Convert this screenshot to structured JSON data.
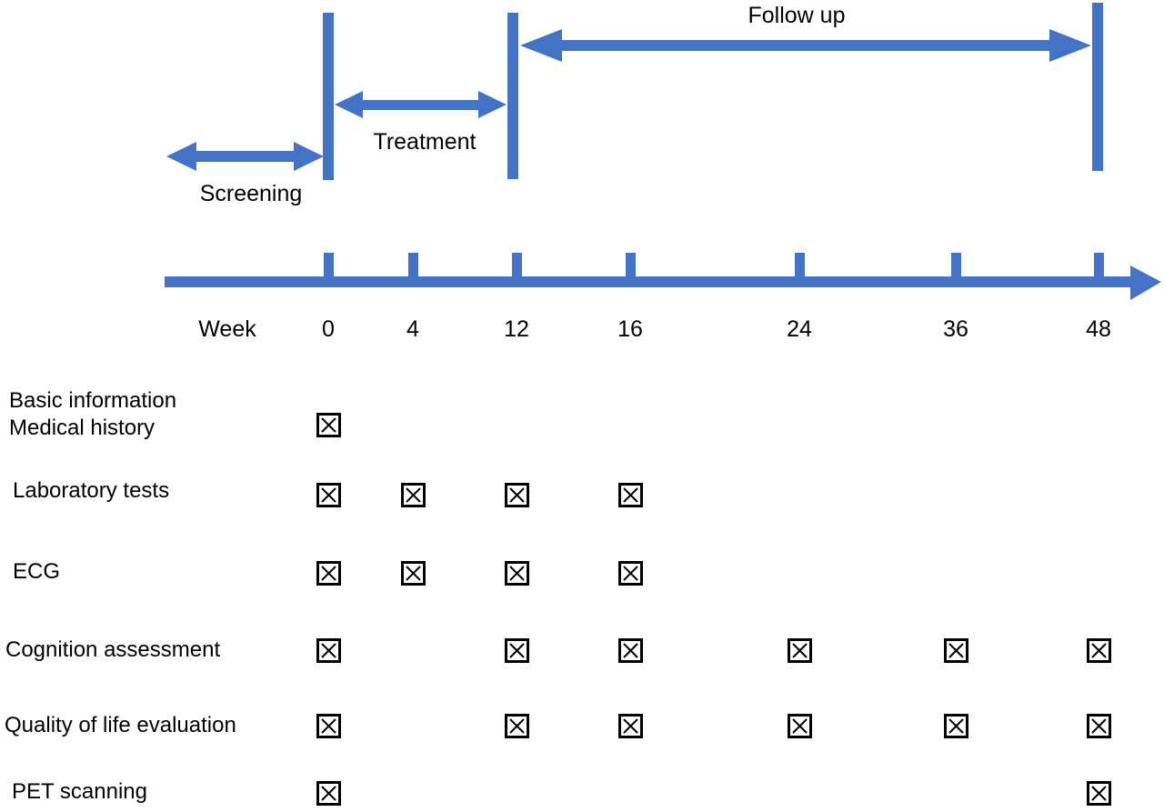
{
  "figure": {
    "phases": [
      {
        "id": "screening",
        "label": "Screening"
      },
      {
        "id": "treatment",
        "label": "Treatment"
      },
      {
        "id": "followup",
        "label": "Follow up"
      }
    ],
    "axis": {
      "label": "Week",
      "ticks": [
        "0",
        "4",
        "12",
        "16",
        "24",
        "36",
        "48"
      ]
    },
    "schedule": {
      "checkbox_icon": "x-checkbox-icon",
      "rows": [
        {
          "label": "Basic information\nMedical history",
          "checked_weeks": [
            "0"
          ]
        },
        {
          "label": "Laboratory tests",
          "checked_weeks": [
            "0",
            "4",
            "12",
            "16"
          ]
        },
        {
          "label": "ECG",
          "checked_weeks": [
            "0",
            "4",
            "12",
            "16"
          ]
        },
        {
          "label": "Cognition assessment",
          "checked_weeks": [
            "0",
            "12",
            "16",
            "24",
            "36",
            "48"
          ]
        },
        {
          "label": "Quality of life evaluation",
          "checked_weeks": [
            "0",
            "12",
            "16",
            "24",
            "36",
            "48"
          ]
        },
        {
          "label": "PET scanning",
          "checked_weeks": [
            "0",
            "48"
          ]
        }
      ]
    },
    "colors": {
      "arrow_blue": "#4472C4",
      "text": "#000000",
      "background": "#FFFFFF"
    }
  }
}
